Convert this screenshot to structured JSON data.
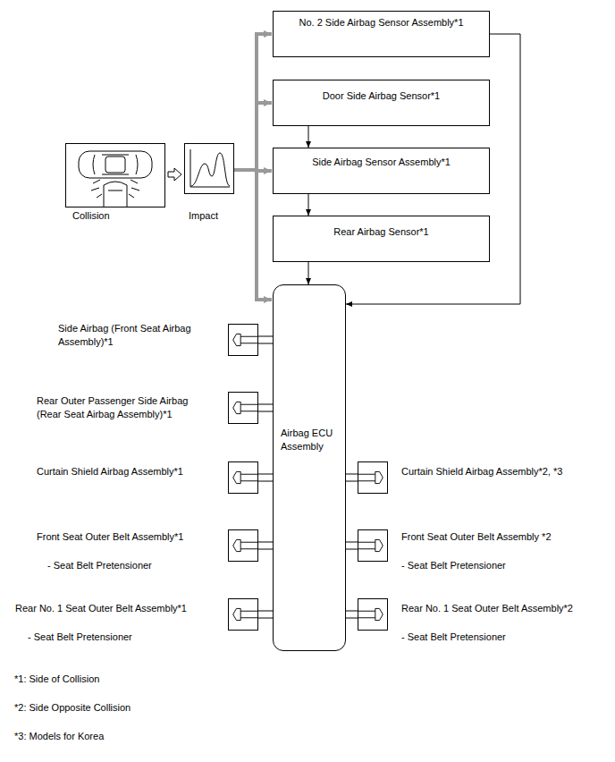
{
  "diagram": {
    "nodes": [
      {
        "text": [
          "No. 2 Side Airbag Sensor Assembly*1"
        ]
      },
      {
        "text": [
          "Collision"
        ]
      },
      {
        "text": [
          "Impact"
        ]
      },
      {
        "text": [
          "Door Side Airbag Sensor*1"
        ]
      },
      {
        "text": [
          "Side Airbag Sensor Assembly*1"
        ]
      },
      {
        "text": [
          "Rear Airbag Sensor*1"
        ]
      },
      {
        "text": [
          "Airbag ECU Assembly"
        ]
      },
      {
        "text": [
          "Side Airbag (Front Seat Airbag Assembly)*1"
        ]
      },
      {
        "text": [
          "Rear Outer Passenger Side Airbag (Rear Seat Airbag Assembly)*1"
        ]
      },
      {
        "text": [
          "Curtain Shield Airbag Assembly*1"
        ]
      },
      {
        "text": [
          "Curtain Shield Airbag Assembly*2, *3"
        ]
      },
      {
        "text": [
          "Front Seat Outer Belt Assembly*1",
          "- Seat Belt Pretensioner"
        ]
      },
      {
        "text": [
          "Front Seat Outer Belt Assembly *2",
          "- Seat Belt Pretensioner"
        ]
      },
      {
        "text": [
          "Rear No. 1 Seat Outer Belt Assembly*1",
          "- Seat Belt Pretensioner"
        ]
      },
      {
        "text": [
          "Rear No. 1 Seat Outer Belt Assembly*2",
          "- Seat Belt Pretensioner"
        ]
      }
    ],
    "edges": [
      {
        "from": 1,
        "to": 2,
        "arrow": "to"
      },
      {
        "from": 2,
        "to": 0,
        "arrow": "to"
      },
      {
        "from": 2,
        "to": 3,
        "arrow": "to"
      },
      {
        "from": 2,
        "to": 4,
        "arrow": "to"
      },
      {
        "from": 2,
        "to": 6,
        "arrow": "to"
      },
      {
        "from": 3,
        "to": 4,
        "arrow": "to"
      },
      {
        "from": 4,
        "to": 5,
        "arrow": "to"
      },
      {
        "from": 5,
        "to": 6,
        "arrow": "to"
      },
      {
        "from": 0,
        "to": 6,
        "arrow": "to"
      },
      {
        "from": 6,
        "to": 7,
        "arrow": "none"
      },
      {
        "from": 6,
        "to": 8,
        "arrow": "none"
      },
      {
        "from": 6,
        "to": 9,
        "arrow": "none"
      },
      {
        "from": 6,
        "to": 10,
        "arrow": "none"
      },
      {
        "from": 6,
        "to": 11,
        "arrow": "none"
      },
      {
        "from": 6,
        "to": 12,
        "arrow": "none"
      },
      {
        "from": 6,
        "to": 13,
        "arrow": "none"
      },
      {
        "from": 6,
        "to": 14,
        "arrow": "none"
      }
    ],
    "labels": [
      "*1: Side of Collision",
      "*2: Side Opposite Collision",
      "*3: Models for Korea"
    ]
  }
}
